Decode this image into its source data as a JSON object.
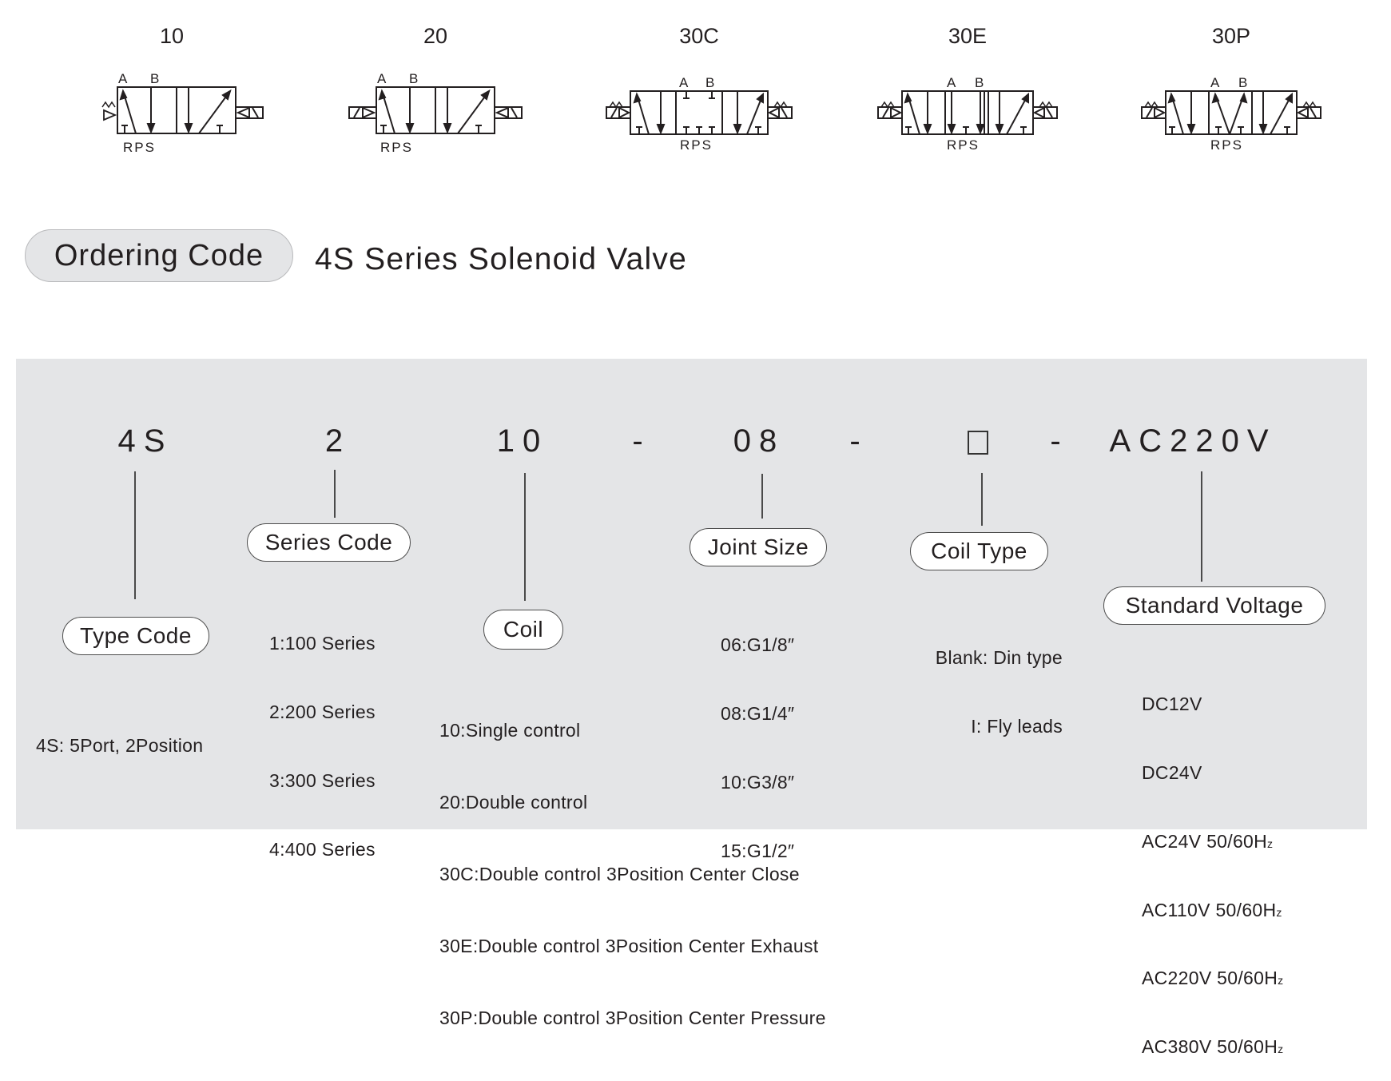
{
  "valve_symbols": [
    {
      "label": "10",
      "ports_top": [
        "A",
        "B"
      ],
      "ports_bottom": "RPS",
      "type": "single-control"
    },
    {
      "label": "20",
      "ports_top": [
        "A",
        "B"
      ],
      "ports_bottom": "RPS",
      "type": "double-control"
    },
    {
      "label": "30C",
      "ports_top": [
        "A",
        "B"
      ],
      "ports_bottom": "RPS",
      "type": "3-position-center-close"
    },
    {
      "label": "30E",
      "ports_top": [
        "A",
        "B"
      ],
      "ports_bottom": "RPS",
      "type": "3-position-center-exhaust"
    },
    {
      "label": "30P",
      "ports_top": [
        "A",
        "B"
      ],
      "ports_bottom": "RPS",
      "type": "3-position-center-pressure"
    }
  ],
  "header": {
    "pill_label": "Ordering Code",
    "title": "4S Series Solenoid Valve"
  },
  "code": {
    "segments": [
      "4S",
      "2",
      "10",
      "-",
      "08",
      "-",
      "□",
      "-",
      "AC220V"
    ],
    "type_code": "4S",
    "series_code": "2",
    "coil": "10",
    "dash1": "-",
    "joint_size": "08",
    "dash2": "-",
    "coil_type_box": "blank-box-icon",
    "dash3": "-",
    "voltage": "AC220V"
  },
  "fields": {
    "type_code": {
      "label": "Type Code",
      "options": [
        "4S: 5Port, 2Position"
      ]
    },
    "series_code": {
      "label": "Series  Code",
      "options": [
        "1:100 Series",
        "2:200 Series",
        "3:300 Series",
        "4:400 Series"
      ]
    },
    "coil": {
      "label": "Coil",
      "options": [
        "10:Single control",
        "20:Double control",
        "30C:Double control 3Position Center Close",
        "30E:Double control 3Position Center Exhaust",
        "30P:Double control 3Position Center Pressure"
      ]
    },
    "joint_size": {
      "label": "Joint Size",
      "options": [
        "06:G1/8″",
        "08:G1/4″",
        "10:G3/8″",
        "15:G1/2″"
      ]
    },
    "coil_type": {
      "label": "Coil  Type",
      "options": [
        "Blank: Din type",
        "I: Fly leads"
      ]
    },
    "standard_voltage": {
      "label": "Standard  Voltage",
      "options": [
        {
          "v": "DC12V",
          "hz": ""
        },
        {
          "v": "DC24V",
          "hz": ""
        },
        {
          "v": "AC24V 50/60H",
          "hz": "z"
        },
        {
          "v": "AC110V 50/60H",
          "hz": "z"
        },
        {
          "v": "AC220V 50/60H",
          "hz": "z"
        },
        {
          "v": "AC380V 50/60H",
          "hz": "z"
        }
      ]
    }
  },
  "colors": {
    "panel_bg": "#e4e5e7",
    "ink": "#231f20",
    "tag_bg": "#ffffff"
  }
}
